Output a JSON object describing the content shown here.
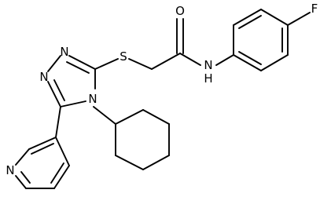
{
  "molecule": {
    "atom_labels": {
      "oxygen": "O",
      "fluorine": "F",
      "sulfur": "S",
      "amide_nitrogen": "N",
      "amide_hydrogen": "H",
      "triazole_n1": "N",
      "triazole_n2": "N",
      "triazole_n4": "N",
      "pyridine_nitrogen": "N"
    },
    "colors": {
      "bond": "#000000",
      "label": "#000000",
      "background": "#ffffff"
    }
  }
}
